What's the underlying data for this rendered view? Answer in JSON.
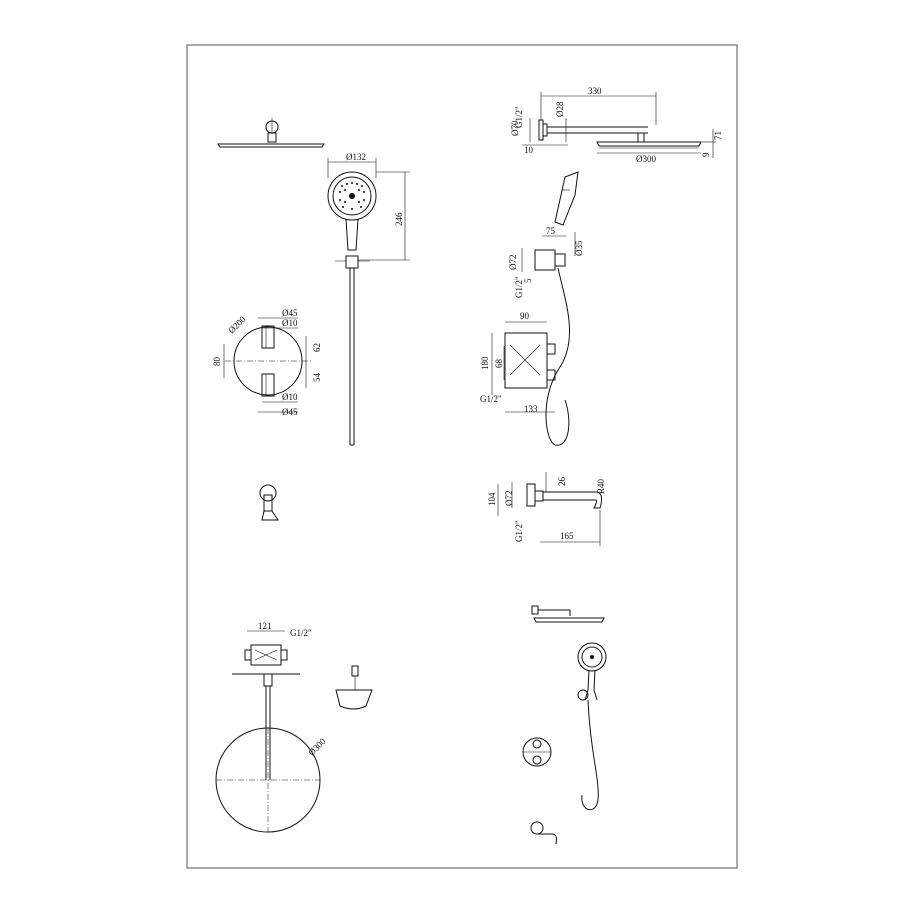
{
  "drawing": {
    "border_color": "#555555",
    "line_color": "#111111",
    "top_right": {
      "thread": "G1/2\"",
      "arm_length": "330",
      "pipe_dia": "Ø28",
      "flange_dia": "Ø70",
      "flange_depth": "10",
      "head_dia": "Ø300",
      "head_height": "9",
      "head_offset": "71"
    },
    "hand_shower": {
      "head_dia": "Ø132",
      "length": "246"
    },
    "holder": {
      "depth": "75",
      "flange_dia": "Ø72",
      "thread": "G1/2\"",
      "gap": "5",
      "hose_dia": "Ø35"
    },
    "valve_front": {
      "plate_dia": "Ø200",
      "height": "80",
      "top_outer": "Ø45",
      "top_inner": "Ø10",
      "top_offset": "62",
      "bottom_inner": "Ø10",
      "bottom_outer": "Ø45",
      "bottom_offset": "54"
    },
    "valve_side": {
      "width": "90",
      "height": "180",
      "inner_height": "68",
      "thread": "G1/2\"",
      "depth": "133"
    },
    "spout": {
      "height": "104",
      "flange_dia": "Ø72",
      "pipe": "26",
      "radius": "R40",
      "thread": "G1/2\"",
      "length": "165"
    },
    "ceiling": {
      "width": "121",
      "thread": "G1/2\"",
      "head_dia": "Ø300"
    }
  }
}
